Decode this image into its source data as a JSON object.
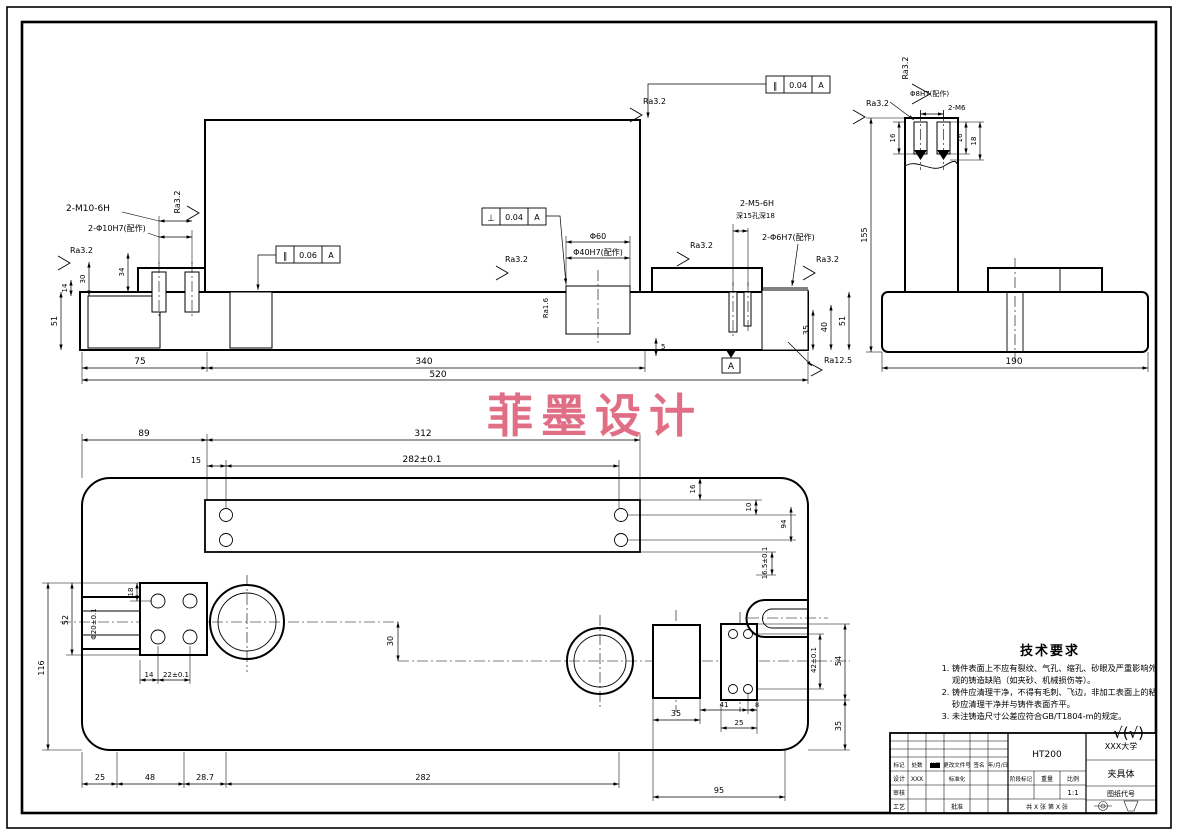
{
  "watermark": {
    "text": "菲墨设计",
    "color": "#dd5f78"
  },
  "front": {
    "labels": {
      "m10": "2-M10-6H",
      "p10": "2-Φ10H7(配作)",
      "ra32": "Ra3.2",
      "ra16": "Ra1.6",
      "ra125": "Ra12.5",
      "d60": "Φ60",
      "d40": "Φ40H7(配作)",
      "m5": "2-M5-6H",
      "m5depth": "深15孔深18",
      "p6": "2-Φ6H7(配作)",
      "datum": "A"
    },
    "gdt": [
      {
        "sym": "∥",
        "val": "0.06",
        "ref": "A"
      },
      {
        "sym": "⊥",
        "val": "0.04",
        "ref": "A"
      },
      {
        "sym": "∥",
        "val": "0.04",
        "ref": "A"
      }
    ],
    "dims": {
      "w75": "75",
      "w340": "340",
      "w520": "520",
      "h5": "5",
      "h35": "35",
      "h40": "40",
      "h51": "51",
      "l51": "51",
      "l34": "34",
      "l30": "30",
      "l14": "14"
    }
  },
  "side": {
    "labels": {
      "ra32": "Ra3.2",
      "p8": "Φ8H7(配作)",
      "m6": "2-M6"
    },
    "dims": {
      "d16l": "16",
      "d16r": "16",
      "d18": "18",
      "h155": "155",
      "w190": "190"
    }
  },
  "plan": {
    "labels": {
      "slot": "Φ20±0.1"
    },
    "dims": {
      "w89": "89",
      "w312": "312",
      "w15": "15",
      "w282": "282±0.1",
      "r16": "16",
      "r10": "10",
      "r94": "94",
      "r165": "16.5±0.1",
      "h116": "116",
      "h52": "52",
      "h18": "18",
      "w14": "14",
      "w22": "22±0.1",
      "v30": "30",
      "w35": "35",
      "w41": "41",
      "w8": "8",
      "w25": "25",
      "v42": "42±0.1",
      "v54": "54",
      "v35": "35",
      "b25": "25",
      "b48": "48",
      "b287": "28.7",
      "b282": "282",
      "b95": "95"
    }
  },
  "tech": {
    "title": "技术要求",
    "items": [
      "铸件表面上不应有裂纹、气孔、缩孔、砂眼及严重影响外观的铸造缺陷（如夹砂、机械损伤等）。",
      "铸件应清理干净，不得有毛刺、飞边，非加工表面上的粘砂应清理干净并与铸件表面齐平。",
      "未注铸造尺寸公差应符合GB/T1804-m的规定。"
    ],
    "mark": "√(√)"
  },
  "tb": {
    "material": "HT200",
    "school": "XXX大学",
    "part": "夹具体",
    "code": "图纸代号",
    "h_mark": "标记",
    "h_count": "处数",
    "h_zone": "分区",
    "h_doc": "更改文件号",
    "h_sign": "签名",
    "h_date": "年/月/日",
    "design": "设计",
    "design_name": "XXX",
    "standard": "标准化",
    "check": "审核",
    "process": "工艺",
    "approve": "批准",
    "stage": "阶段标记",
    "weight": "重量",
    "scale_l": "比例",
    "scale_v": "1:1",
    "sheet": "共 X 张  第 X 张"
  }
}
